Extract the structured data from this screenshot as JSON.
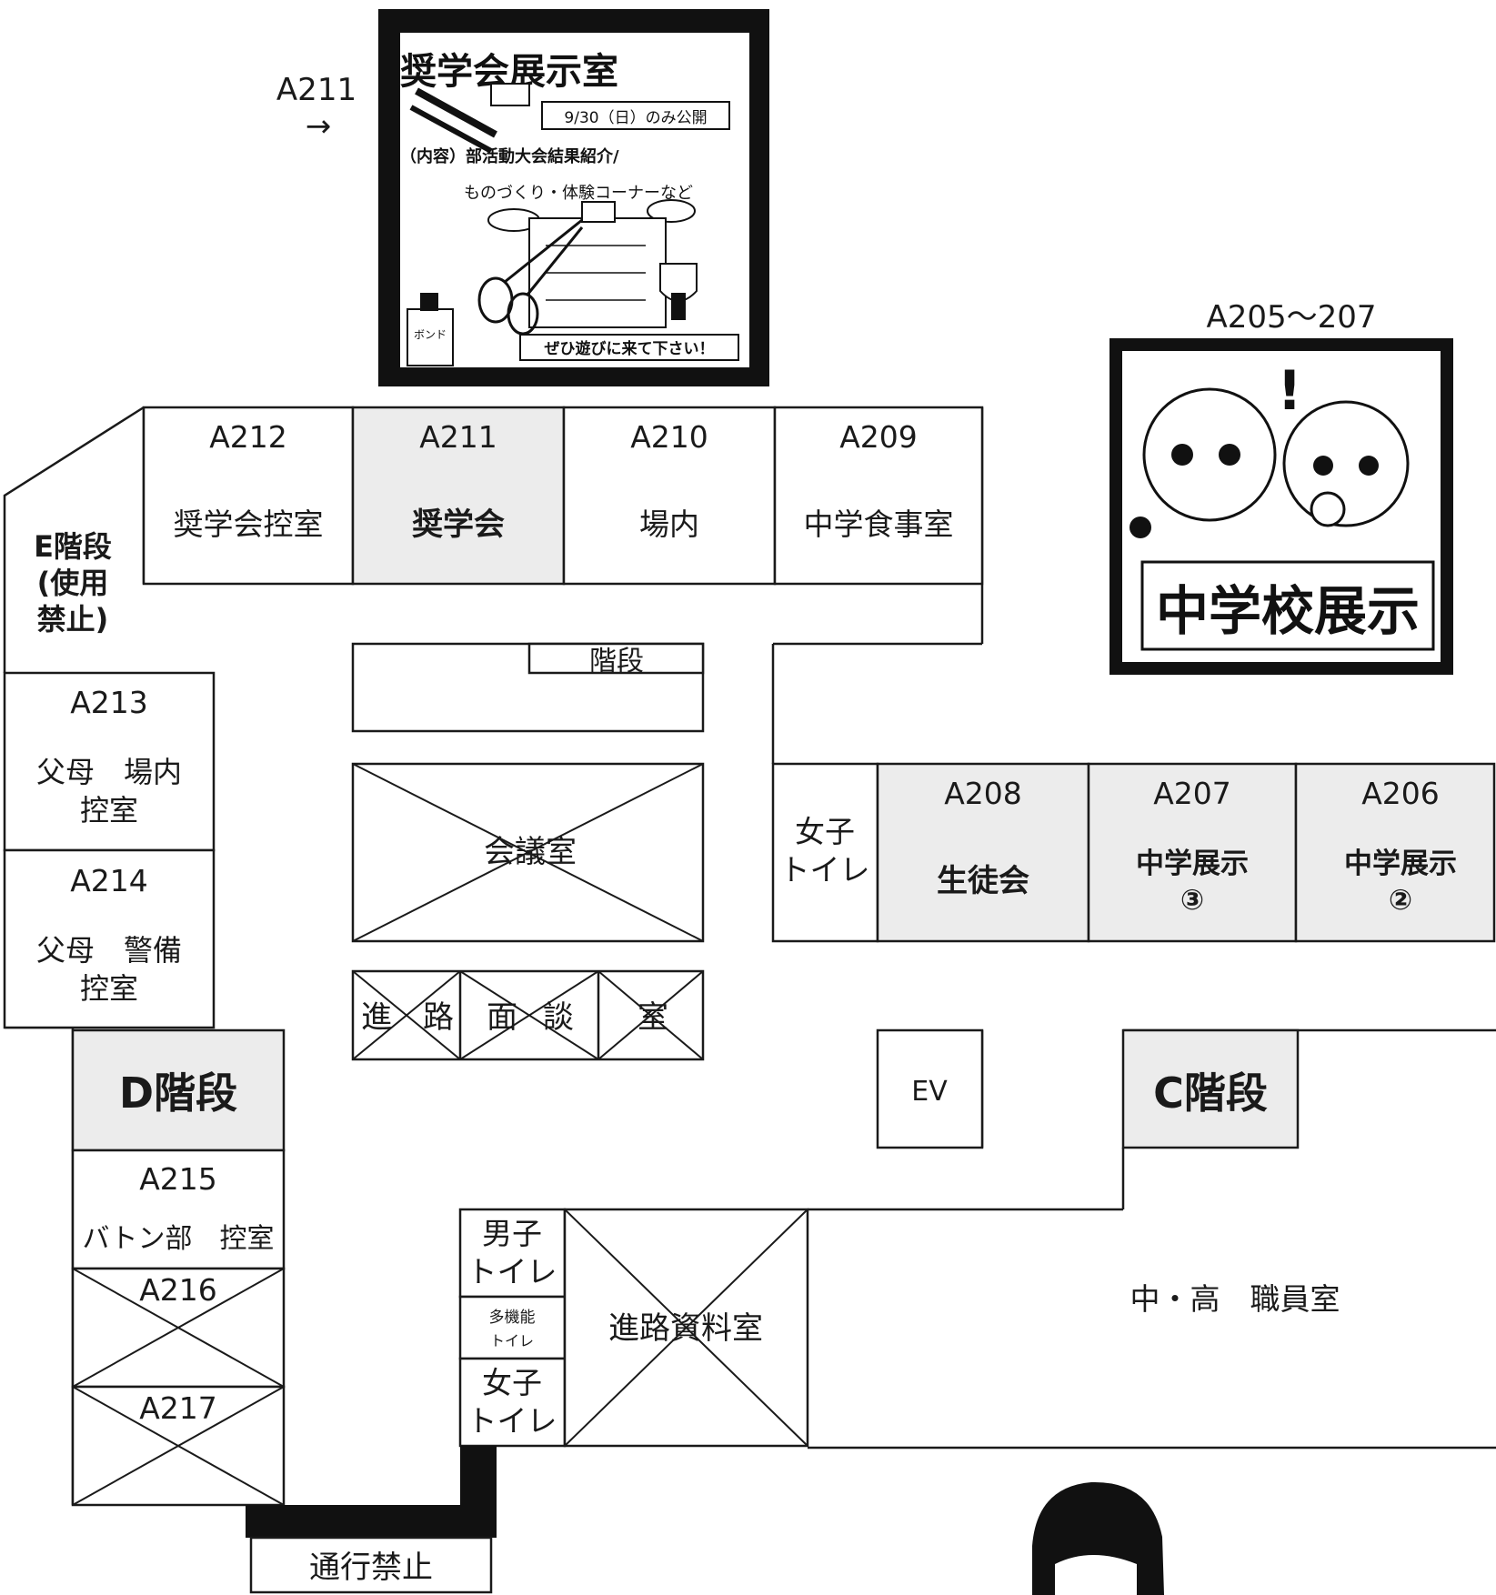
{
  "colors": {
    "line": "#1a1a1a",
    "shade": "#ececec",
    "poster_frame": "#111111"
  },
  "posters": {
    "a211": {
      "pointer_label": "A211",
      "pointer_arrow": "→",
      "title": "奨学会展示室",
      "date_note": "9/30（日）のみ公開",
      "content_line1": "（内容）部活動大会結果紹介/",
      "content_line2": "ものづくり・体験コーナーなど",
      "footer": "ぜひ遊びに来て下さい！",
      "sticker": "ボンド"
    },
    "a205": {
      "pointer_label": "A205～207",
      "title": "中学校展示",
      "exclaim": "!"
    }
  },
  "rooms": {
    "e_stairs": "E階段\n(使用\n禁止)",
    "a212": {
      "number": "A212",
      "name": "奨学会控室"
    },
    "a211": {
      "number": "A211",
      "name": "奨学会"
    },
    "a210": {
      "number": "A210",
      "name": "場内"
    },
    "a209": {
      "number": "A209",
      "name": "中学食事室"
    },
    "stairs_center": "階段",
    "a213": {
      "number": "A213",
      "name_line1": "父母　場内",
      "name_line2": "控室"
    },
    "a214": {
      "number": "A214",
      "name_line1": "父母　警備",
      "name_line2": "控室"
    },
    "meeting_room": "会議室",
    "counseling": [
      "進",
      "路",
      "面",
      "談",
      "室"
    ],
    "womens_toilet_1": [
      "女子",
      "トイレ"
    ],
    "a208": {
      "number": "A208",
      "name": "生徒会"
    },
    "a207": {
      "number": "A207",
      "name": "中学展示",
      "sub": "③"
    },
    "a206": {
      "number": "A206",
      "name": "中学展示",
      "sub": "②"
    },
    "d_stairs": "D階段",
    "ev": "EV",
    "c_stairs": "C階段",
    "a215": {
      "number": "A215",
      "name": "バトン部　控室"
    },
    "a216": "A216",
    "a217": "A217",
    "mens_toilet": [
      "男子",
      "トイレ"
    ],
    "multi_toilet": [
      "多機能",
      "トイレ"
    ],
    "womens_toilet_2": [
      "女子",
      "トイレ"
    ],
    "career_library": "進路資料室",
    "staff_room": "中・高　職員室",
    "no_entry": "通行禁止"
  }
}
